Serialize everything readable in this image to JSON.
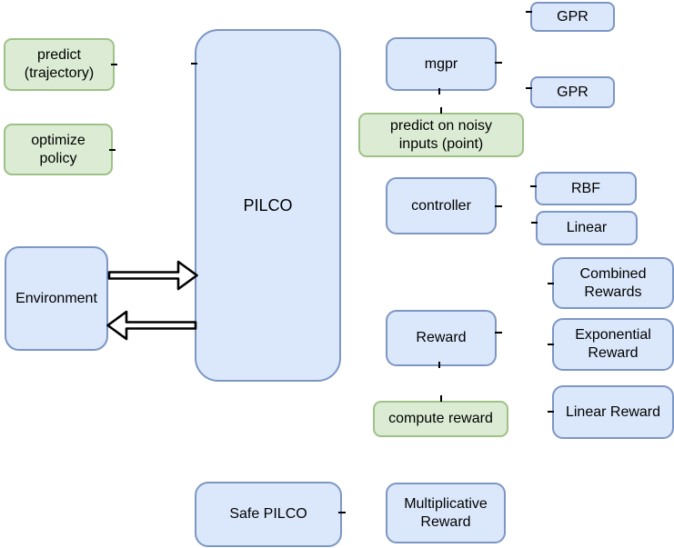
{
  "diagram": {
    "subject": "PILCO library architecture",
    "palette": {
      "class_fill": "#dbe8fb",
      "class_border": "#7d96c4",
      "method_fill": "#dcecd4",
      "method_border": "#9ec186",
      "connector": "#000000",
      "arrow_fill": "#ffffff",
      "arrow_outline": "#000000",
      "text": "#000000"
    },
    "nodes": {
      "predict_trajectory": {
        "label": "predict\n(trajectory)",
        "type": "method"
      },
      "optimize_policy": {
        "label": "optimize\npolicy",
        "type": "method"
      },
      "environment": {
        "label": "Environment",
        "type": "class"
      },
      "pilco": {
        "label": "PILCO",
        "type": "class"
      },
      "safe_pilco": {
        "label": "Safe PILCO",
        "type": "class"
      },
      "mgpr": {
        "label": "mgpr",
        "type": "class"
      },
      "predict_noisy": {
        "label": "predict on noisy\ninputs (point)",
        "type": "method"
      },
      "controller": {
        "label": "controller",
        "type": "class"
      },
      "reward": {
        "label": "Reward",
        "type": "class"
      },
      "compute_reward": {
        "label": "compute reward",
        "type": "method"
      },
      "multiplicative_reward": {
        "label": "Multiplicative\nReward",
        "type": "class"
      },
      "gpr_1": {
        "label": "GPR",
        "type": "class"
      },
      "gpr_2": {
        "label": "GPR",
        "type": "class"
      },
      "rbf": {
        "label": "RBF",
        "type": "class"
      },
      "linear": {
        "label": "Linear",
        "type": "class"
      },
      "combined_rewards": {
        "label": "Combined\nRewards",
        "type": "class"
      },
      "exponential_reward": {
        "label": "Exponential\nReward",
        "type": "class"
      },
      "linear_reward": {
        "label": "Linear Reward",
        "type": "class"
      }
    },
    "connections": [
      {
        "from": "predict_trajectory",
        "to": "pilco"
      },
      {
        "from": "optimize_policy",
        "to": "pilco"
      },
      {
        "from": "environment",
        "to": "pilco",
        "style": "block-arrow"
      },
      {
        "from": "pilco",
        "to": "environment",
        "style": "block-arrow"
      },
      {
        "from": "mgpr",
        "to": "gpr_1"
      },
      {
        "from": "mgpr",
        "to": "gpr_2"
      },
      {
        "from": "mgpr",
        "to": "predict_noisy"
      },
      {
        "from": "controller",
        "to": "rbf"
      },
      {
        "from": "controller",
        "to": "linear"
      },
      {
        "from": "reward",
        "to": "combined_rewards"
      },
      {
        "from": "reward",
        "to": "exponential_reward"
      },
      {
        "from": "reward",
        "to": "linear_reward"
      },
      {
        "from": "reward",
        "to": "compute_reward"
      },
      {
        "from": "safe_pilco",
        "to": "multiplicative_reward"
      }
    ]
  }
}
